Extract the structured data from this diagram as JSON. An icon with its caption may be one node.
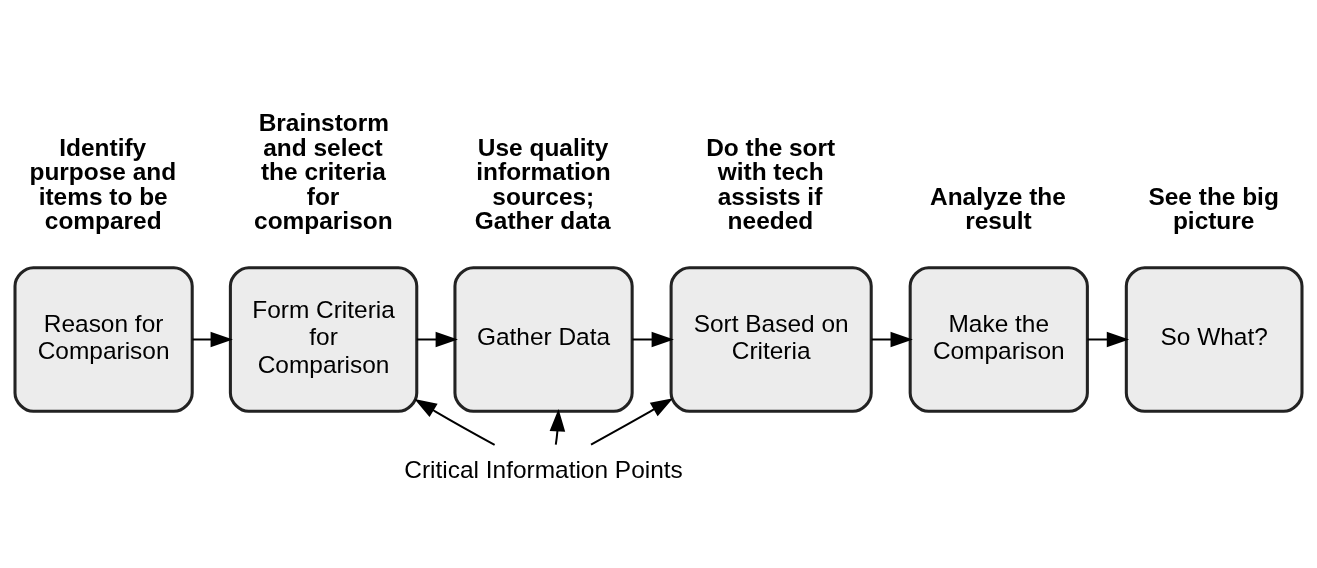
{
  "diagram": {
    "nodes": [
      {
        "text": [
          "Reason for Comparison"
        ],
        "beside": [
          "Identify purpose and items to be compared"
        ]
      },
      {
        "text": [
          "Form Criteria for Comparison"
        ],
        "beside": [
          "Brainstorm and select the criteria for comparison"
        ]
      },
      {
        "text": [
          "Gather Data"
        ],
        "beside": [
          "Use quality information sources; Gather data"
        ]
      },
      {
        "text": [
          "Sort Based on Criteria"
        ],
        "beside": [
          "Do the sort with tech assists if needed"
        ]
      },
      {
        "text": [
          "Make the Comparison"
        ],
        "beside": [
          "Analyze the result"
        ]
      },
      {
        "text": [
          "So What?"
        ],
        "beside": [
          "See the big picture"
        ]
      },
      {
        "text": [
          "Critical Information Points"
        ]
      }
    ],
    "edges": [
      {
        "from": 0,
        "to": 1,
        "arrow": "to"
      },
      {
        "from": 1,
        "to": 2,
        "arrow": "to"
      },
      {
        "from": 2,
        "to": 3,
        "arrow": "to"
      },
      {
        "from": 3,
        "to": 4,
        "arrow": "to"
      },
      {
        "from": 4,
        "to": 5,
        "arrow": "to"
      },
      {
        "from": 6,
        "to": 1,
        "arrow": "to"
      },
      {
        "from": 6,
        "to": 2,
        "arrow": "to"
      },
      {
        "from": 6,
        "to": 3,
        "arrow": "to"
      }
    ]
  }
}
